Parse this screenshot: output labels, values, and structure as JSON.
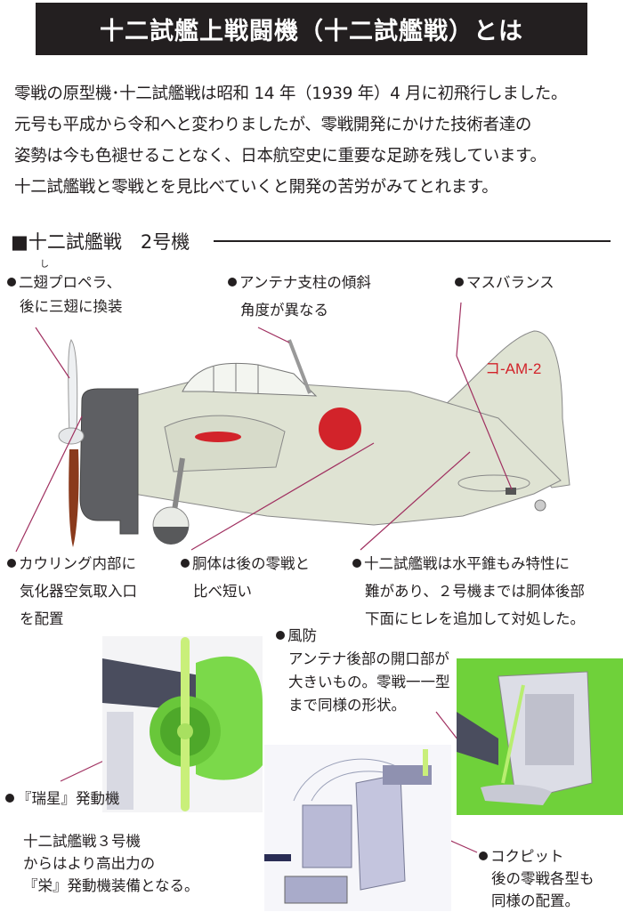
{
  "header": {
    "title": "十二試艦上戦闘機（十二試艦戦）とは"
  },
  "intro": {
    "lines": [
      "零戦の原型機･十二試艦戦は昭和 14 年（1939 年）4 月に初飛行しました。",
      "元号も平成から令和へと変わりましたが、零戦開発にかけた技術者達の",
      "姿勢は今も色褪せることなく、日本航空史に重要な足跡を残しています。",
      "十二試艦戦と零戦とを見比べていくと開発の苦労がみてとれます。"
    ]
  },
  "section": {
    "title": "■十二試艦戦　2号機"
  },
  "aircraft": {
    "marking": "コ-AM-2"
  },
  "colors": {
    "title_bg": "#231f20",
    "leader": "#a03060",
    "hinomaru": "#d2232a",
    "body": "#dfe3d3",
    "model_green": "#6fd13a"
  },
  "callouts": {
    "propeller": {
      "ruby": "し",
      "lines": [
        "二翅プロペラ、",
        "後に三翅に換装"
      ]
    },
    "antenna": {
      "lines": [
        "アンテナ支柱の傾斜",
        "角度が異なる"
      ]
    },
    "mass_balance": {
      "lines": [
        "マスバランス"
      ]
    },
    "cowling": {
      "lines": [
        "カウリング内部に",
        "気化器空気取入口",
        "を配置"
      ]
    },
    "fuselage": {
      "lines": [
        "胴体は後の零戦と",
        "比べ短い"
      ]
    },
    "fin": {
      "lines": [
        "十二試艦戦は水平錐もみ特性に",
        "難があり、２号機までは胴体後部",
        "下面にヒレを追加して対処した。"
      ]
    },
    "windshield": {
      "lines": [
        "風防",
        "アンテナ後部の開口部が",
        "大きいもの。零戦一一型",
        "まで同様の形状。"
      ]
    },
    "engine": {
      "lines": [
        "『瑞星』発動機"
      ]
    },
    "engine_note": {
      "lines": [
        "十二試艦戦３号機",
        "からはより高出力の",
        "『栄』発動機装備となる。"
      ]
    },
    "cockpit": {
      "lines": [
        "コクピット",
        "後の零戦各型も",
        "同様の配置。"
      ]
    }
  }
}
